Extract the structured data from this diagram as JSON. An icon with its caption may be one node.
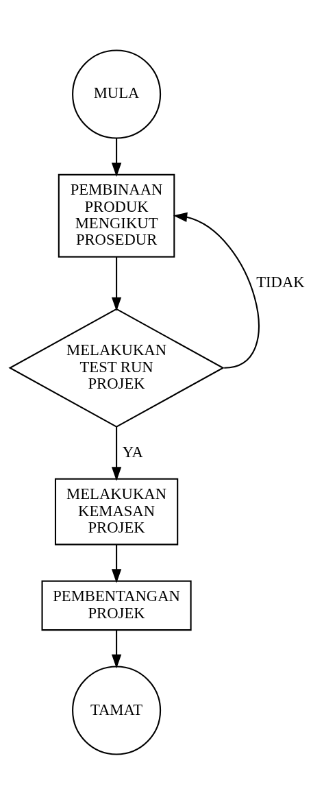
{
  "diagram": {
    "nodes": [
      {
        "text": [
          "MULA"
        ]
      },
      {
        "text": [
          "PEMBINAAN PRODUK MENGIKUT PROSEDUR"
        ]
      },
      {
        "text": [
          "MELAKUKAN TEST RUN PROJEK"
        ]
      },
      {
        "text": [
          "MELAKUKAN KEMASAN PROJEK"
        ]
      },
      {
        "text": [
          "PEMBENTANGAN PROJEK"
        ]
      },
      {
        "text": [
          "TAMAT"
        ]
      }
    ],
    "edges": [
      {
        "from": 0,
        "to": 1,
        "arrow": "to"
      },
      {
        "from": 1,
        "to": 2,
        "arrow": "to"
      },
      {
        "from": 2,
        "to": 1,
        "arrow": "to",
        "label": "TIDAK"
      },
      {
        "from": 2,
        "to": 3,
        "arrow": "to",
        "label": "YA"
      },
      {
        "from": 3,
        "to": 4,
        "arrow": "to"
      },
      {
        "from": 4,
        "to": 5,
        "arrow": "to"
      }
    ]
  }
}
